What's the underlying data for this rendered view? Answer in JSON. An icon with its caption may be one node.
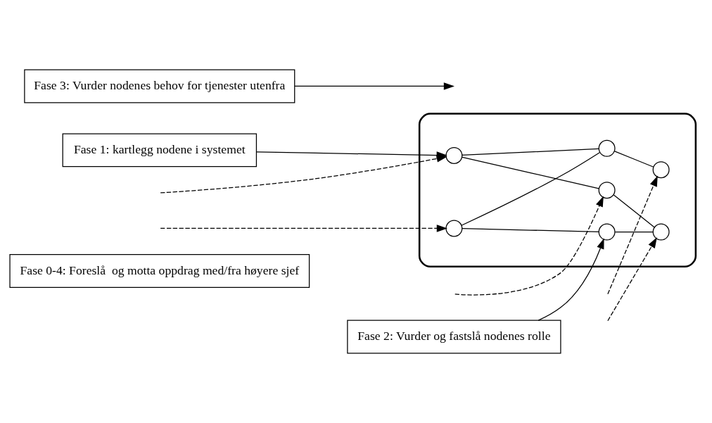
{
  "diagram": {
    "nodes": [
      {
        "text": [
          "Fase 0-4: Foreslå  og motta oppdrag med/fra høyere sjef"
        ]
      },
      {
        "text": [
          "Fase 1: kartlegg nodene i systemet"
        ]
      },
      {
        "text": [
          "Fase 2: Vurder og fastslå nodenes rolle"
        ]
      },
      {
        "text": [
          "Fase 3: Vurder nodenes behov for tjenester utenfra"
        ]
      },
      {
        "text": [],
        "shape": "cloud"
      },
      {
        "text": [],
        "shape": "circle",
        "in": 4
      },
      {
        "text": [],
        "shape": "circle",
        "in": 4
      },
      {
        "text": [],
        "shape": "circle",
        "in": 4
      },
      {
        "text": [],
        "shape": "circle",
        "in": 4
      },
      {
        "text": [],
        "shape": "circle",
        "in": 4
      },
      {
        "text": [],
        "shape": "circle",
        "in": 4
      },
      {
        "text": [],
        "shape": "circle",
        "in": 4
      }
    ],
    "edges": [
      {
        "from": 6,
        "to": 7,
        "arrow": "none"
      },
      {
        "from": 6,
        "to": 9,
        "arrow": "none"
      },
      {
        "from": 5,
        "to": 8,
        "arrow": "none"
      },
      {
        "from": 5,
        "to": 9,
        "arrow": "none"
      },
      {
        "from": 8,
        "to": 11,
        "arrow": "none"
      },
      {
        "from": 9,
        "to": 10,
        "arrow": "none"
      },
      {
        "from": 7,
        "to": 11,
        "arrow": "none"
      },
      {
        "from": 1,
        "to": 5,
        "arrow": "to"
      },
      {
        "from": 2,
        "to": 7,
        "arrow": "to"
      },
      {
        "from": 3,
        "to": null,
        "arrow": "to"
      },
      {
        "from": null,
        "to": 5,
        "arrow": "to",
        "style": "dashed"
      },
      {
        "from": null,
        "to": 6,
        "arrow": "to",
        "style": "dashed"
      },
      {
        "from": null,
        "to": 8,
        "arrow": "to",
        "style": "dashed"
      },
      {
        "from": null,
        "to": 10,
        "arrow": "to",
        "style": "dashed"
      },
      {
        "from": null,
        "to": 11,
        "arrow": "to",
        "style": "dashed"
      }
    ]
  }
}
